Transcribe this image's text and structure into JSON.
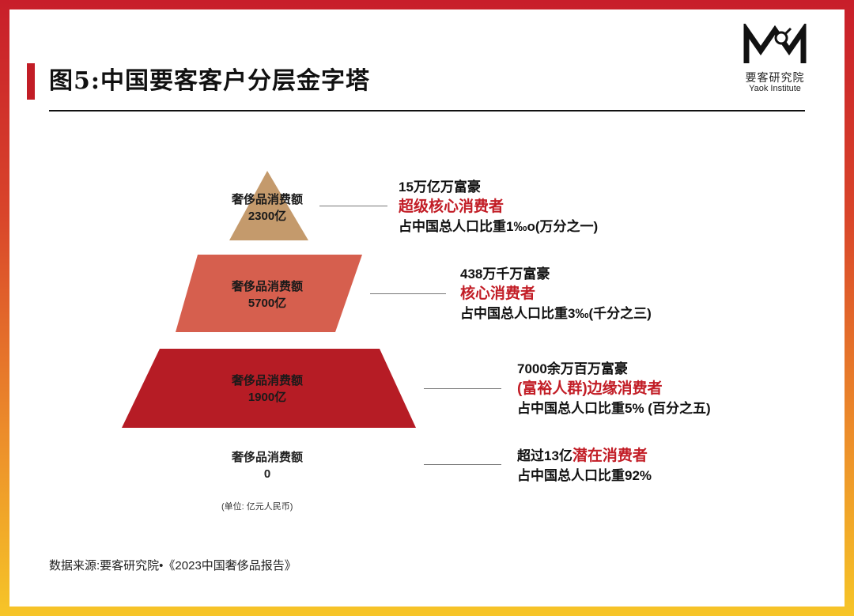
{
  "title": "图5:中国要客客户分层金字塔",
  "logo": {
    "cn": "要客研究院",
    "en": "Yaok Institute"
  },
  "tiers": [
    {
      "consumption_label": "奢侈品消费额",
      "consumption_value": "2300亿",
      "line1": "15万亿万富豪",
      "line2_highlight": "超级核心消费者",
      "line3": "占中国总人口比重1‰o(万分之一)",
      "color": "#c49a6c"
    },
    {
      "consumption_label": "奢侈品消费额",
      "consumption_value": "5700亿",
      "line1": "438万千万富豪",
      "line2_highlight": "核心消费者",
      "line3": "占中国总人口比重3‰(千分之三)",
      "color": "#d65f4e"
    },
    {
      "consumption_label": "奢侈品消费额",
      "consumption_value": "1900亿",
      "line1": "7000余万百万富豪",
      "line2_highlight": "(富裕人群)边缘消费者",
      "line3": "占中国总人口比重5% (百分之五)",
      "color": "#b61c25"
    },
    {
      "consumption_label": "奢侈品消费额",
      "consumption_value": "0",
      "line1_prefix": "超过13亿",
      "line1_highlight": "潜在消费者",
      "line3": "占中国总人口比重92%"
    }
  ],
  "unit": "(单位:  亿元人民币)",
  "source": "数据来源:要客研究院•《2023中国奢侈品报告》",
  "colors": {
    "accent": "#c21d26"
  }
}
